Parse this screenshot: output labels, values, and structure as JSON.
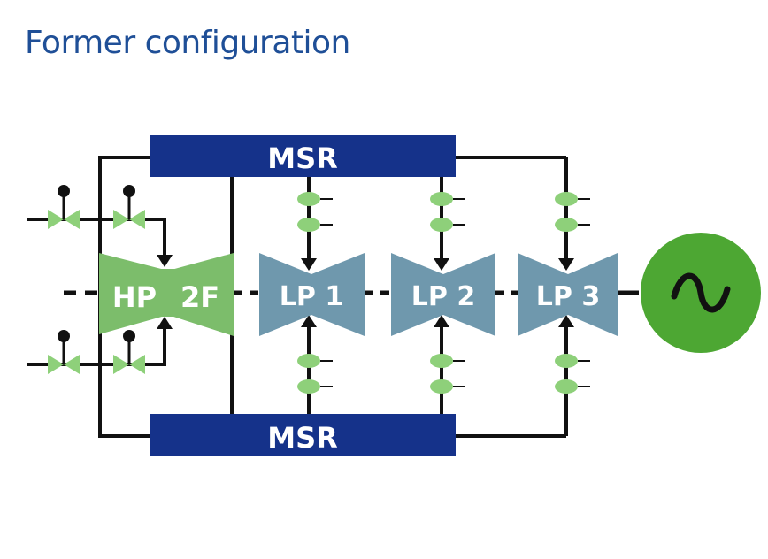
{
  "title": "Former configuration",
  "msr_top": "MSR",
  "msr_bottom": "MSR",
  "hp_label_left": "HP",
  "hp_label_right": "2F",
  "lp_labels": [
    "LP 1",
    "LP 2",
    "LP 3"
  ],
  "generator_symbol": "~",
  "colors": {
    "title": "#1f4f97",
    "msr": "#15328a",
    "hp_turbine": "#7cbd6b",
    "lp_turbine": "#6f98ad",
    "generator": "#4da733",
    "valve": "#8ed07a",
    "line": "#111111"
  },
  "icons": [
    "control-valve-icon",
    "steam-valve-icon",
    "generator-icon",
    "arrow-icon"
  ]
}
